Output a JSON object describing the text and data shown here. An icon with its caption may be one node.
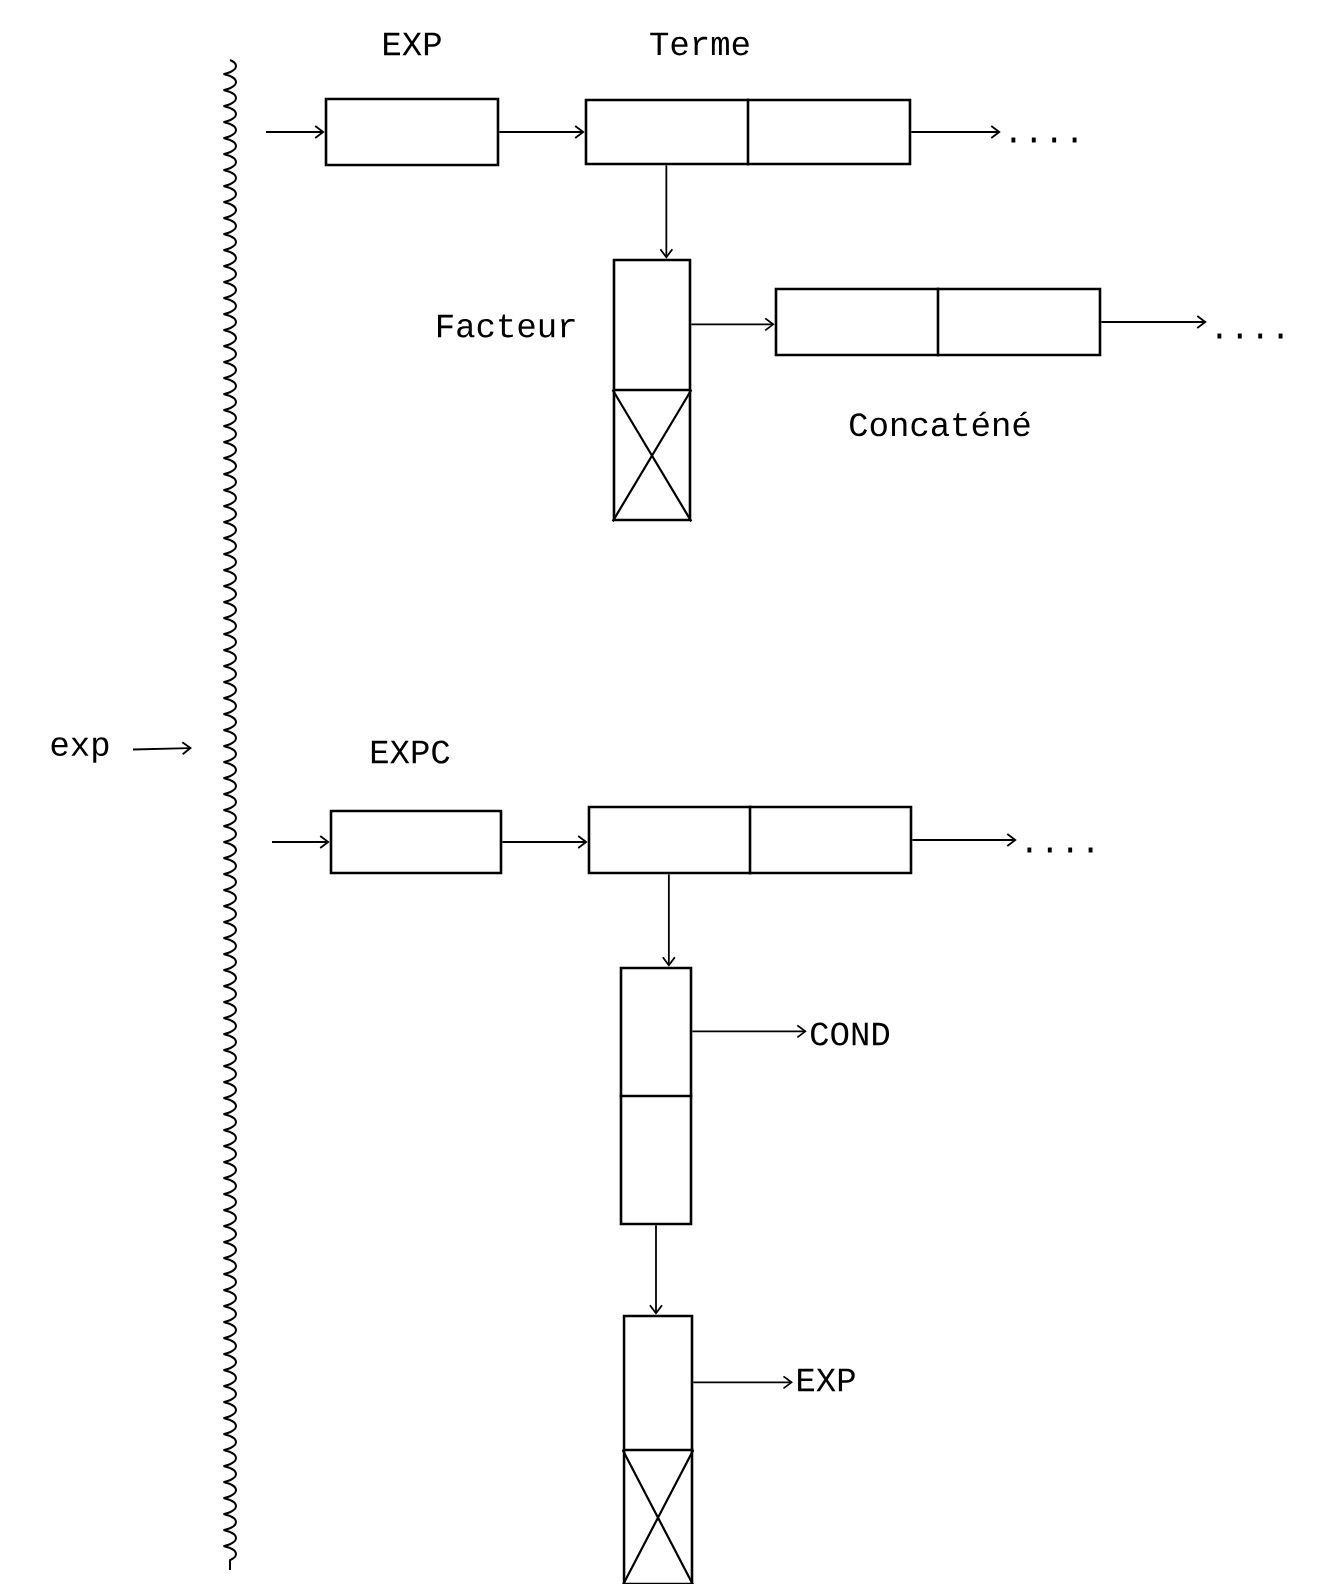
{
  "diagram": {
    "nodes": [
      {
        "text": [
          "exp"
        ]
      },
      {
        "text": [
          "EXP"
        ]
      },
      {
        "text": [
          "Terme"
        ]
      },
      {
        "text": [
          "...."
        ]
      },
      {
        "text": [
          "Facteur"
        ]
      },
      {
        "text": [
          "Concaténé"
        ]
      },
      {
        "text": [
          "...."
        ]
      },
      {
        "text": [
          "EXPC"
        ]
      },
      {
        "text": [],
        "shape": "box"
      },
      {
        "text": [
          "...."
        ]
      },
      {
        "text": [],
        "shape": "box"
      },
      {
        "text": [
          "COND"
        ]
      },
      {
        "text": [],
        "shape": "box"
      },
      {
        "text": [
          "EXP"
        ]
      }
    ],
    "edges": [
      {
        "from": 0,
        "to": null,
        "arrow": "to"
      },
      {
        "from": null,
        "to": 1,
        "arrow": "to"
      },
      {
        "from": 1,
        "to": 2,
        "arrow": "to"
      },
      {
        "from": 2,
        "to": 3,
        "arrow": "to"
      },
      {
        "from": 2,
        "to": 4,
        "arrow": "to"
      },
      {
        "from": 4,
        "to": 5,
        "arrow": "to"
      },
      {
        "from": 5,
        "to": 6,
        "arrow": "to"
      },
      {
        "from": null,
        "to": 7,
        "arrow": "to"
      },
      {
        "from": 7,
        "to": 8,
        "arrow": "to"
      },
      {
        "from": 8,
        "to": 9,
        "arrow": "to"
      },
      {
        "from": 8,
        "to": 10,
        "arrow": "to"
      },
      {
        "from": 10,
        "to": 11,
        "arrow": "to"
      },
      {
        "from": 10,
        "to": 12,
        "arrow": "to"
      },
      {
        "from": 12,
        "to": 13,
        "arrow": "to"
      }
    ]
  }
}
